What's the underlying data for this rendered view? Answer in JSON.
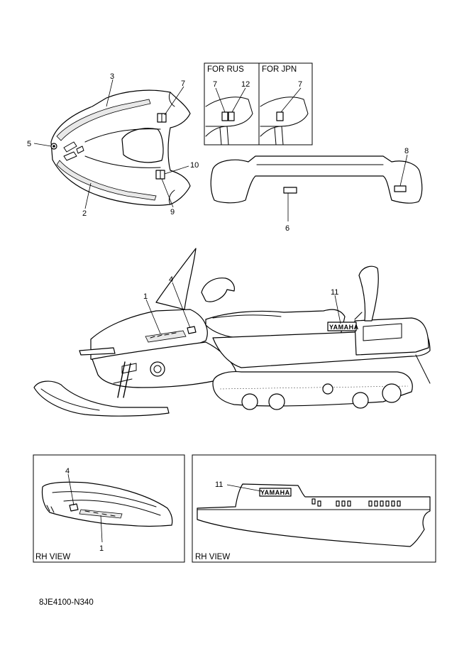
{
  "insets": {
    "for_rus": "FOR RUS",
    "for_jpn": "FOR JPN"
  },
  "views": {
    "rh_view_left": "RH VIEW",
    "rh_view_right": "RH VIEW"
  },
  "callouts": {
    "top_3": "3",
    "top_7": "7",
    "top_5": "5",
    "top_10": "10",
    "top_2": "2",
    "top_9": "9",
    "rus_7": "7",
    "rus_12": "12",
    "jpn_7": "7",
    "fender_8": "8",
    "fender_6": "6",
    "main_1": "1",
    "main_4": "4",
    "main_11": "11",
    "rh_4": "4",
    "rh_1": "1",
    "rh_11": "11"
  },
  "logo_text_main": "YAMAHA",
  "logo_text_rh": "YAMAHA",
  "part_code": "8JE4100-N340"
}
